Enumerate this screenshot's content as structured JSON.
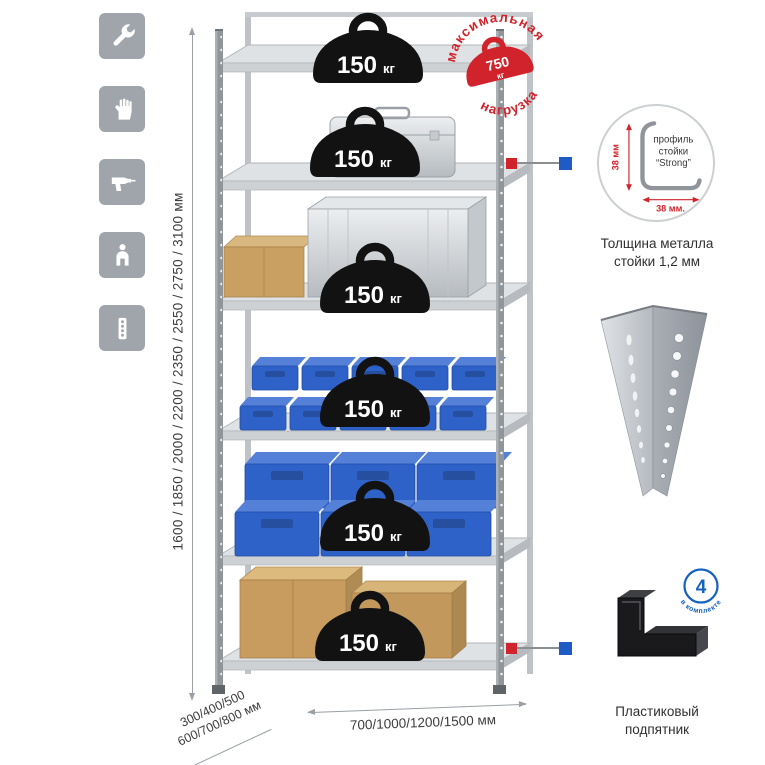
{
  "sidebar_icons": [
    {
      "name": "wrench"
    },
    {
      "name": "gloves"
    },
    {
      "name": "drill"
    },
    {
      "name": "person"
    },
    {
      "name": "perforated-profile"
    }
  ],
  "dimensions": {
    "height": "1600 / 1850 / 2000 / 2200 / 2350 / 2550 / 2750 / 3100 мм",
    "depth_line1": "300/400/500",
    "depth_line2": "600/700/800 мм",
    "width": "700/1000/1200/1500 мм"
  },
  "shelves": [
    {
      "load": "150",
      "unit": "кг"
    },
    {
      "load": "150",
      "unit": "кг"
    },
    {
      "load": "150",
      "unit": "кг"
    },
    {
      "load": "150",
      "unit": "кг"
    },
    {
      "load": "150",
      "unit": "кг"
    },
    {
      "load": "150",
      "unit": "кг"
    }
  ],
  "stamp": {
    "arc_top": "максимальная",
    "arc_bottom": "нагрузка",
    "value": "750",
    "unit": "кг"
  },
  "profile_detail": {
    "dim_vertical": "38 мм",
    "dim_horizontal": "38 мм.",
    "label_line1": "профиль",
    "label_line2": "стойки",
    "label_line3": "“Strong”",
    "caption_line1": "Толщина металла",
    "caption_line2": "стойки 1,2 мм"
  },
  "foot_detail": {
    "badge_value": "4",
    "badge_text": "в комплекте",
    "caption_line1": "Пластиковый",
    "caption_line2": "подпятник"
  },
  "colors": {
    "accent_red": "#d1232b",
    "accent_blue": "#1e5bc6",
    "bin_blue": "#2f62c8"
  }
}
